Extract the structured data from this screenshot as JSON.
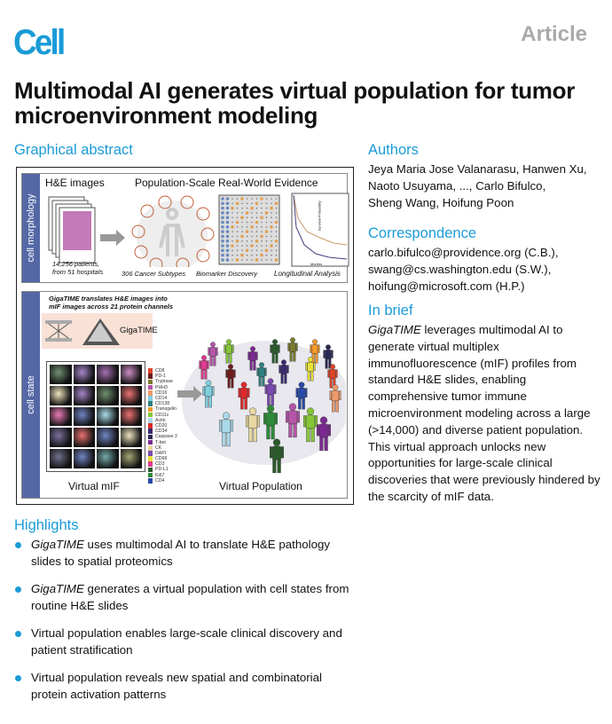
{
  "header": {
    "journal_logo": "Cell",
    "article_type": "Article"
  },
  "title": "Multimodal AI generates virtual population for tumor microenvironment modeling",
  "graphical_abstract": {
    "heading": "Graphical abstract",
    "top_panel": {
      "side_label": "cell morphology",
      "he_title": "H&E images",
      "evidence_title": "Population-Scale Real-World Evidence",
      "patients": "14,256 patients,",
      "hospitals": "from 51 hospitals",
      "cancer_label": "306 Cancer Subtypes",
      "biomarker_label": "Biomarker Discovery",
      "longitudinal_label": "Longitudinal Analysis",
      "survival_axis": "Survival Probability",
      "months_axis": "Months"
    },
    "bottom_panel": {
      "side_label": "cell state",
      "caption_line1": "GigaTIME translates H&E images into",
      "caption_line2": "mIF images across 21 protein channels",
      "model_name": "GigaTIME",
      "mif_label": "Virtual mIF",
      "population_label": "Virtual Population",
      "channels": [
        {
          "name": "CD8",
          "color": "#e0442a"
        },
        {
          "name": "PD-1",
          "color": "#6e1c1c"
        },
        {
          "name": "Tryptase",
          "color": "#7a7a2e"
        },
        {
          "name": "PHH3",
          "color": "#b455a8"
        },
        {
          "name": "CD16",
          "color": "#ee9a6a"
        },
        {
          "name": "CD14",
          "color": "#7fcfe0"
        },
        {
          "name": "CD138",
          "color": "#2e7f7f"
        },
        {
          "name": "Transgelin",
          "color": "#f39a2a"
        },
        {
          "name": "CD11c",
          "color": "#86c63a"
        },
        {
          "name": "Actin",
          "color": "#a9d8e8"
        },
        {
          "name": "CD20",
          "color": "#e02a2a"
        },
        {
          "name": "CD34",
          "color": "#3a2a70"
        },
        {
          "name": "Caspase 3",
          "color": "#2a2a55"
        },
        {
          "name": "T-bet",
          "color": "#7a2a90"
        },
        {
          "name": "CK",
          "color": "#e6d8a0"
        },
        {
          "name": "DAPI",
          "color": "#7a4ab0"
        },
        {
          "name": "CD68",
          "color": "#e8e03a"
        },
        {
          "name": "CD3",
          "color": "#e03a90"
        },
        {
          "name": "PD-L1",
          "color": "#2a5a2a"
        },
        {
          "name": "Ki67",
          "color": "#2f8a3a"
        },
        {
          "name": "CD4",
          "color": "#2a4aa8"
        }
      ]
    }
  },
  "authors": {
    "heading": "Authors",
    "lines": [
      "Jeya Maria Jose Valanarasu, Hanwen Xu,",
      "Naoto Usuyama, ..., Carlo Bifulco,",
      "Sheng Wang, Hoifung Poon"
    ]
  },
  "correspondence": {
    "heading": "Correspondence",
    "lines": [
      "carlo.bifulco@providence.org (C.B.),",
      "swang@cs.washington.edu (S.W.),",
      "hoifung@microsoft.com (H.P.)"
    ]
  },
  "in_brief": {
    "heading": "In brief",
    "lead": "GigaTIME",
    "text": " leverages multimodal AI to generate virtual multiplex immunofluorescence (mIF) profiles from standard H&E slides, enabling comprehensive tumor immune microenvironment modeling across a large (>14,000) and diverse patient population. This virtual approach unlocks new opportunities for large-scale clinical discoveries that were previously hindered by the scarcity of mIF data."
  },
  "highlights": {
    "heading": "Highlights",
    "items": [
      {
        "lead": "GigaTIME",
        "text": " uses multimodal AI to translate H&E pathology slides to spatial proteomics"
      },
      {
        "lead": "GigaTIME",
        "text": " generates a virtual population with cell states from routine H&E slides"
      },
      {
        "lead": "",
        "text": "Virtual population enables large-scale clinical discovery and patient stratification"
      },
      {
        "lead": "",
        "text": "Virtual population reveals new spatial and combinatorial protein activation patterns"
      }
    ]
  },
  "colors": {
    "accent": "#1a9bd7",
    "strip": "#5468a6"
  }
}
